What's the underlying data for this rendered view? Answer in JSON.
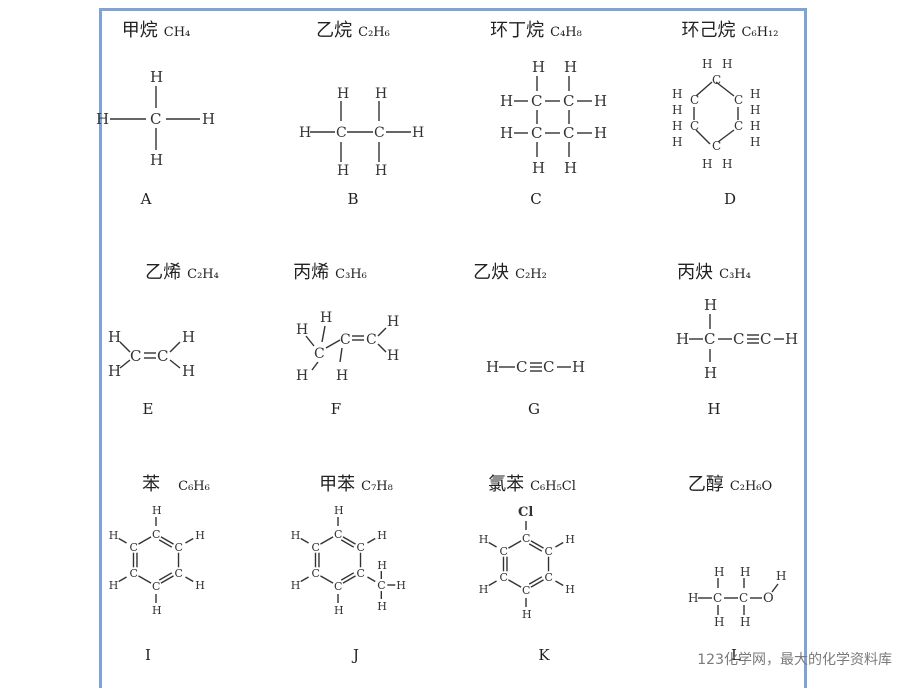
{
  "molecules": [
    {
      "id": "A",
      "name": "甲烷",
      "formula": "CH₄",
      "label": "A"
    },
    {
      "id": "B",
      "name": "乙烷",
      "formula": "C₂H₆",
      "label": "B"
    },
    {
      "id": "C",
      "name": "环丁烷",
      "formula": "C₄H₈",
      "label": "C"
    },
    {
      "id": "D",
      "name": "环己烷",
      "formula": "C₆H₁₂",
      "label": "D"
    },
    {
      "id": "E",
      "name": "乙烯",
      "formula": "C₂H₄",
      "label": "E"
    },
    {
      "id": "F",
      "name": "丙烯",
      "formula": "C₃H₆",
      "label": "F"
    },
    {
      "id": "G",
      "name": "乙炔",
      "formula": "C₂H₂",
      "label": "G"
    },
    {
      "id": "H",
      "name": "丙炔",
      "formula": "C₃H₄",
      "label": "H"
    },
    {
      "id": "I",
      "name": "苯",
      "formula": "C₆H₆",
      "label": "I"
    },
    {
      "id": "J",
      "name": "甲苯",
      "formula": "C₇H₈",
      "label": "J"
    },
    {
      "id": "K",
      "name": "氯苯",
      "formula": "C₆H₅Cl",
      "label": "K"
    },
    {
      "id": "L",
      "name": "乙醇",
      "formula": "C₂H₆O",
      "label": "L"
    }
  ],
  "atoms": {
    "carbon": "C",
    "hydrogen": "H",
    "oxygen": "O",
    "chlorine": "Cl"
  },
  "watermark": "123化学网，最大的化学资料库"
}
